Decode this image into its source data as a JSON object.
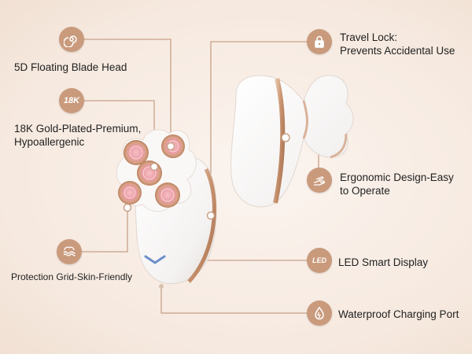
{
  "features": {
    "floating_head": {
      "label": "5D Floating Blade Head",
      "icon": "spiral-icon"
    },
    "gold_plated": {
      "badge": "18K",
      "label_line1": "18K Gold-Plated-Premium,",
      "label_line2": "Hypoallergenic",
      "icon": "18k-badge-icon"
    },
    "protection_grid": {
      "label": "Protection Grid-Skin-Friendly",
      "icon": "skin-waves-icon"
    },
    "travel_lock": {
      "label_line1": "Travel Lock:",
      "label_line2": "Prevents Accidental Use",
      "icon": "lock-icon"
    },
    "ergonomic": {
      "label_line1": "Ergonomic Design-Easy",
      "label_line2": "to Operate",
      "icon": "hand-icon"
    },
    "led_display": {
      "badge": "LED",
      "label": "LED Smart Display",
      "icon": "led-icon"
    },
    "waterproof": {
      "label": "Waterproof Charging Port",
      "icon": "water-drop-icon"
    }
  },
  "colors": {
    "accent": "#c99a7c",
    "line": "#c7a18a",
    "background": "#f6e9df"
  }
}
